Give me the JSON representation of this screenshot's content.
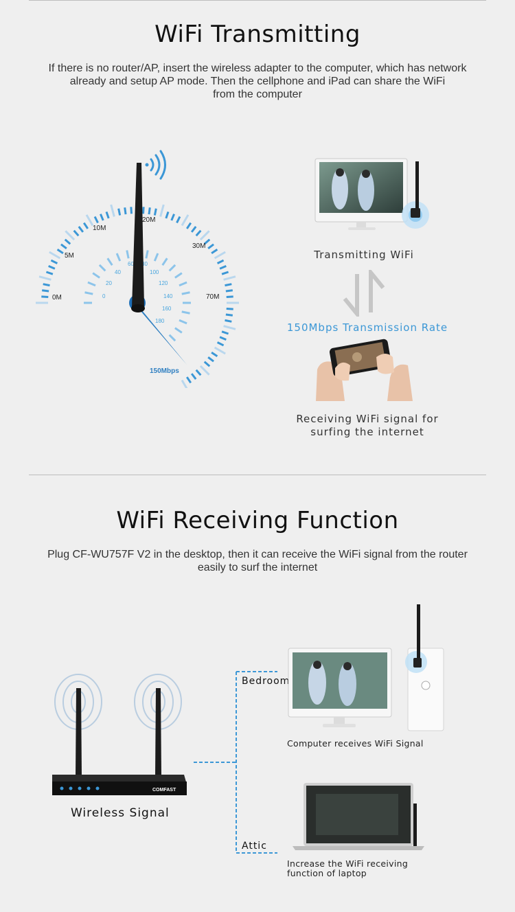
{
  "section1": {
    "title": "WiFi Transmitting",
    "description_line1": "If there is no router/AP, insert the wireless adapter to the computer, which has network",
    "description_line2": "already and setup AP mode. Then the cellphone and iPad can share the WiFi",
    "description_line3": "from the computer",
    "gauge": {
      "outer_labels": [
        "0M",
        "5M",
        "10M",
        "20M",
        "30M",
        "70M"
      ],
      "inner_labels": [
        "0",
        "20",
        "40",
        "60",
        "80",
        "100",
        "120",
        "140",
        "160",
        "180"
      ],
      "speed_label": "150Mbps"
    },
    "transmit_caption": "Transmitting WiFi",
    "rate_caption": "150Mbps Transmission Rate",
    "receive_caption_line1": "Receiving WiFi signal for",
    "receive_caption_line2": "surfing the internet"
  },
  "section2": {
    "title": "WiFi Receiving Function",
    "description_line1": "Plug CF-WU757F V2 in the desktop, then it can receive the WiFi signal from the router",
    "description_line2": "easily to surf the internet",
    "router_brand": "COMFAST",
    "router_caption": "Wireless Signal",
    "bedroom_label": "Bedroom",
    "computer_caption": "Computer receives WiFi Signal",
    "attic_label": "Attic",
    "laptop_caption_line1": "Increase the WiFi receiving",
    "laptop_caption_line2": "function of laptop"
  },
  "colors": {
    "accent": "#3b97d6",
    "background": "#efefef",
    "rule": "#bdbdbd"
  }
}
